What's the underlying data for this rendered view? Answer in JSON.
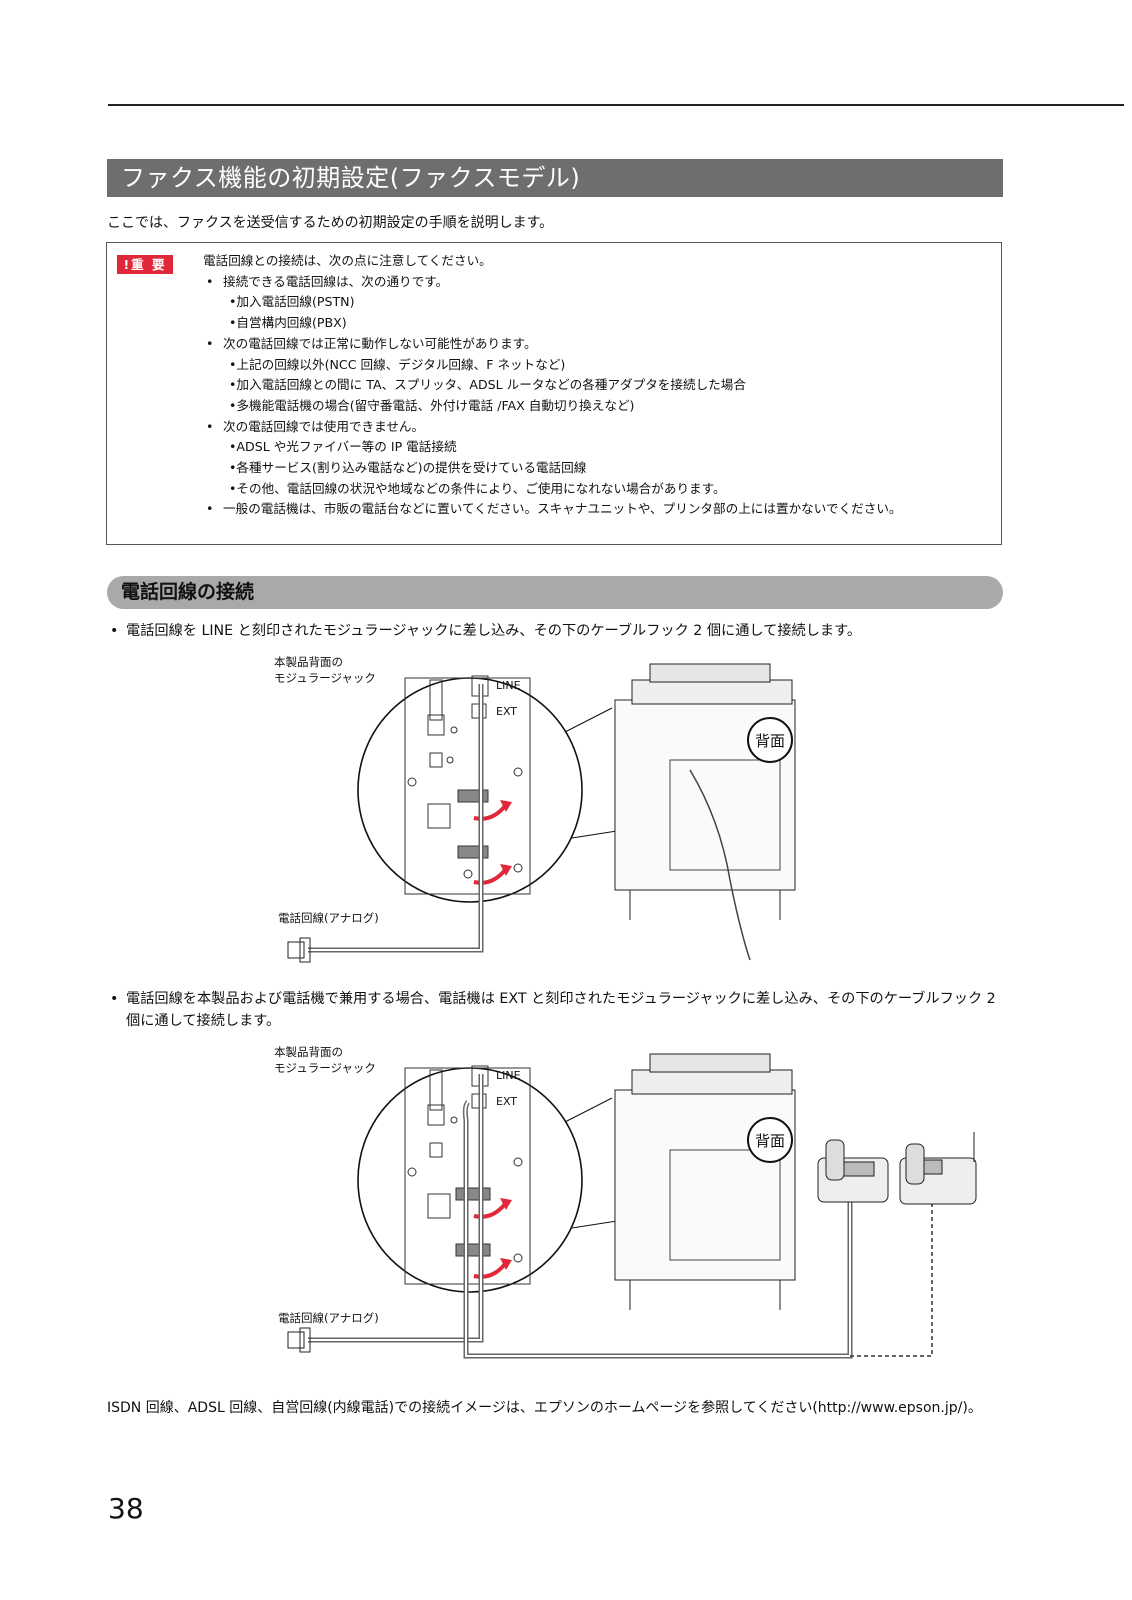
{
  "header": {
    "title": "ファクス機能の初期設定(ファクスモデル)"
  },
  "intro": "ここでは、ファクスを送受信するための初期設定の手順を説明します。",
  "notice": {
    "badge": "!重 要",
    "lead": "電話回線との接続は、次の点に注意してください。",
    "b1": "接続できる電話回線は、次の通りです。",
    "b1s1": "•加入電話回線(PSTN)",
    "b1s2": "•自営構内回線(PBX)",
    "b2": "次の電話回線では正常に動作しない可能性があります。",
    "b2s1": "•上記の回線以外(NCC 回線、デジタル回線、F ネットなど)",
    "b2s2": "•加入電話回線との間に TA、スプリッタ、ADSL ルータなどの各種アダプタを接続した場合",
    "b2s3": "•多機能電話機の場合(留守番電話、外付け電話 /FAX 自動切り換えなど)",
    "b3": "次の電話回線では使用できません。",
    "b3s1": "•ADSL や光ファイバー等の IP 電話接続",
    "b3s2": "•各種サービス(割り込み電話など)の提供を受けている電話回線",
    "b3s3": "•その他、電話回線の状況や地域などの条件により、ご使用になれない場合があります。",
    "b4": "一般の電話機は、市販の電話台などに置いてください。スキャナユニットや、プリンタ部の上には置かないでください。"
  },
  "section2": {
    "title": "電話回線の接続"
  },
  "step1": "電話回線を LINE と刻印されたモジュラージャックに差し込み、その下のケーブルフック 2 個に通して接続します。",
  "step2": "電話回線を本製品および電話機で兼用する場合、電話機は EXT と刻印されたモジュラージャックに差し込み、その下のケーブルフック 2 個に通して接続します。",
  "figure": {
    "jack_label_1": "本製品背面の",
    "jack_label_2": "モジュラージャック",
    "line": "LINE",
    "ext": "EXT",
    "back": "背面",
    "analog": "電話回線(アナログ)"
  },
  "footer_note": "ISDN 回線、ADSL 回線、自営回線(内線電話)での接続イメージは、エプソンのホームページを参照してください(http://www.epson.jp/)。",
  "page_number": "38"
}
